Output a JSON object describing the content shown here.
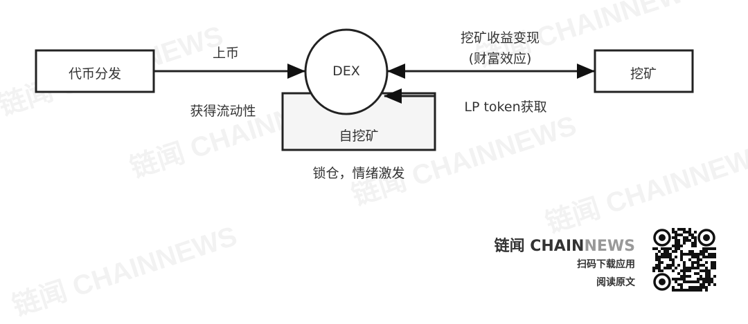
{
  "nodes": {
    "token_distribution": "代币分发",
    "dex": "DEX",
    "mining": "挖矿",
    "self_mining": "自挖矿"
  },
  "edges": {
    "listing": "上币",
    "liquidity": "获得流动性",
    "mining_profit_line1": "挖矿收益变现",
    "mining_profit_line2": "(财富效应)",
    "lp_token": "LP token获取",
    "lock": "锁仓，情绪激发"
  },
  "branding": {
    "logo_cn": "链闻",
    "logo_chain": "CHAIN",
    "logo_news": "NEWS",
    "scan_text": "扫码下载应用",
    "read_text": "阅读原文"
  },
  "watermark": "链闻 CHAINNEWS"
}
